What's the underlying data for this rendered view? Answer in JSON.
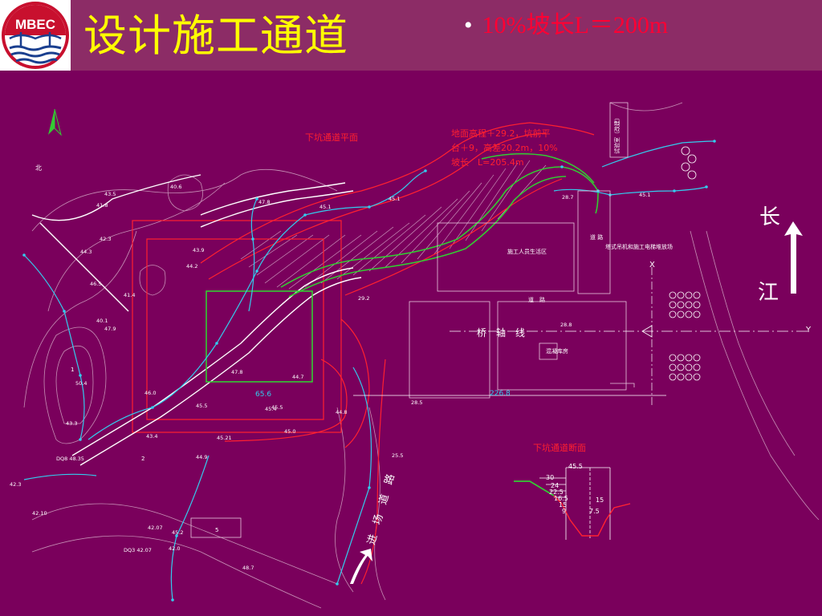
{
  "header": {
    "logo_text": "MBEC",
    "title": "设计施工通道",
    "bullet": "10%坡长L＝200m"
  },
  "plan": {
    "plan_title": "下坑通道平面",
    "note_line1": "地面高程＋29.2，坑前平",
    "note_line2": "台＋9，高差20.2m，10%",
    "note_line3": "坡长　L=205.4m",
    "bridge_axis": "桥　轴　线",
    "worker_area": "施工人员生活区",
    "crane_yard": "塔式吊机和施工电梯堆放场",
    "road_v": "道\n路",
    "road_h": "道　路",
    "hq": "试验室（改建）",
    "storage": "混凝库房",
    "site_road": "进　场　道　路",
    "labels": [
      "40.6",
      "47.8",
      "45.1",
      "45.1",
      "43.5",
      "45.1",
      "42.3",
      "41.8",
      "44.3",
      "43.9",
      "46.5",
      "41.4",
      "40.1",
      "47.9",
      "44.2",
      "45.5",
      "43.3",
      "29.2",
      "28.8",
      "28.7",
      "44.7",
      "47.8",
      "46.0",
      "45.5",
      "45.4",
      "45.0",
      "44.8",
      "45.21",
      "43.4",
      "44.9",
      "42.3",
      "42.10",
      "42.0",
      "42.07",
      "45.2",
      "48.7",
      "28.5",
      "25.5",
      "50.4",
      "226.8",
      "65.6",
      "1",
      "2",
      "5",
      "X",
      "Y",
      "DQ3 42.07",
      "DQ8 48.35"
    ]
  },
  "section": {
    "title": "下坑通道断面",
    "dims": [
      "45.5",
      "30",
      "24",
      "22.5",
      "16.5",
      "15",
      "9",
      "15",
      "7.5"
    ]
  },
  "compass": {
    "north": "北"
  },
  "river_label_top": "长",
  "river_label_bottom": "江"
}
